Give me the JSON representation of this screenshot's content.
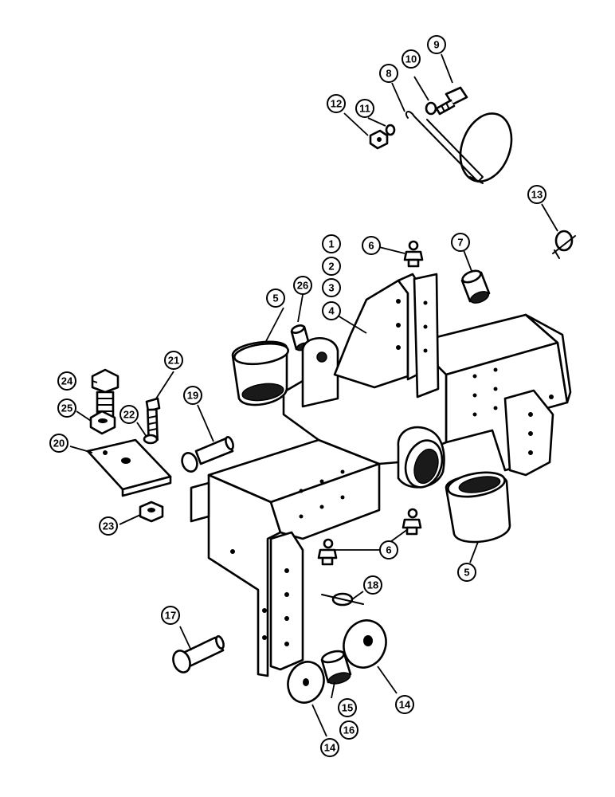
{
  "callouts": [
    {
      "id": "c1",
      "label": "1"
    },
    {
      "id": "c2",
      "label": "2"
    },
    {
      "id": "c3",
      "label": "3"
    },
    {
      "id": "c4",
      "label": "4"
    },
    {
      "id": "c5a",
      "label": "5"
    },
    {
      "id": "c5b",
      "label": "5"
    },
    {
      "id": "c6a",
      "label": "6"
    },
    {
      "id": "c6b",
      "label": "6"
    },
    {
      "id": "c7",
      "label": "7"
    },
    {
      "id": "c8",
      "label": "8"
    },
    {
      "id": "c9",
      "label": "9"
    },
    {
      "id": "c10",
      "label": "10"
    },
    {
      "id": "c11",
      "label": "11"
    },
    {
      "id": "c12",
      "label": "12"
    },
    {
      "id": "c13",
      "label": "13"
    },
    {
      "id": "c14a",
      "label": "14"
    },
    {
      "id": "c14b",
      "label": "14"
    },
    {
      "id": "c15",
      "label": "15"
    },
    {
      "id": "c16",
      "label": "16"
    },
    {
      "id": "c17",
      "label": "17"
    },
    {
      "id": "c18",
      "label": "18"
    },
    {
      "id": "c19",
      "label": "19"
    },
    {
      "id": "c20",
      "label": "20"
    },
    {
      "id": "c21",
      "label": "21"
    },
    {
      "id": "c22",
      "label": "22"
    },
    {
      "id": "c23",
      "label": "23"
    },
    {
      "id": "c24",
      "label": "24"
    },
    {
      "id": "c25",
      "label": "25"
    },
    {
      "id": "c26",
      "label": "26"
    }
  ]
}
